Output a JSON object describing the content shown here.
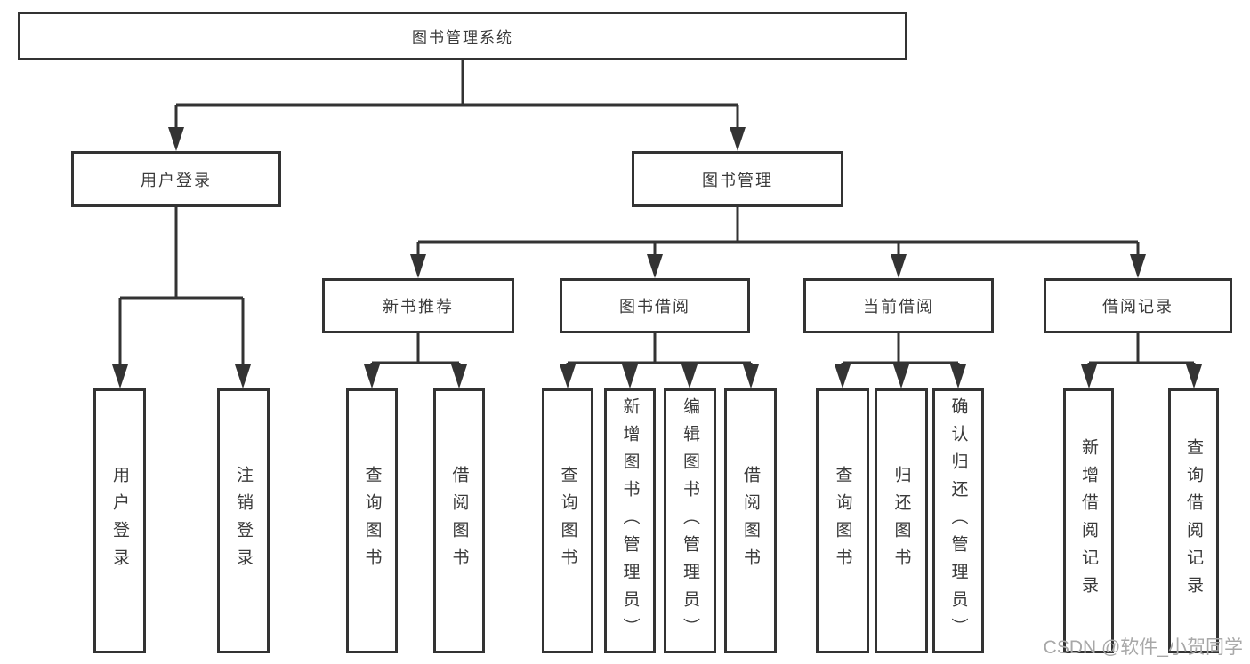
{
  "tree": {
    "root": "图书管理系统",
    "branches": [
      {
        "label": "用户登录",
        "children": [
          "用户登录",
          "注销登录"
        ]
      },
      {
        "label": "图书管理",
        "groups": [
          {
            "label": "新书推荐",
            "children": [
              "查询图书",
              "借阅图书"
            ]
          },
          {
            "label": "图书借阅",
            "children": [
              "查询图书",
              "新增图书（管理员）",
              "编辑图书（管理员）",
              "借阅图书"
            ]
          },
          {
            "label": "当前借阅",
            "children": [
              "查询图书",
              "归还图书",
              "确认归还（管理员）"
            ]
          },
          {
            "label": "借阅记录",
            "children": [
              "新增借阅记录",
              "查询借阅记录"
            ]
          }
        ]
      }
    ]
  },
  "watermark": "CSDN @软件_小贺同学",
  "colors": {
    "line": "#333333",
    "box_border": "#333333",
    "box_background": "#ffffff",
    "text": "#3a3a3a",
    "watermark": "#a8a8a8",
    "page_background": "#ffffff"
  }
}
